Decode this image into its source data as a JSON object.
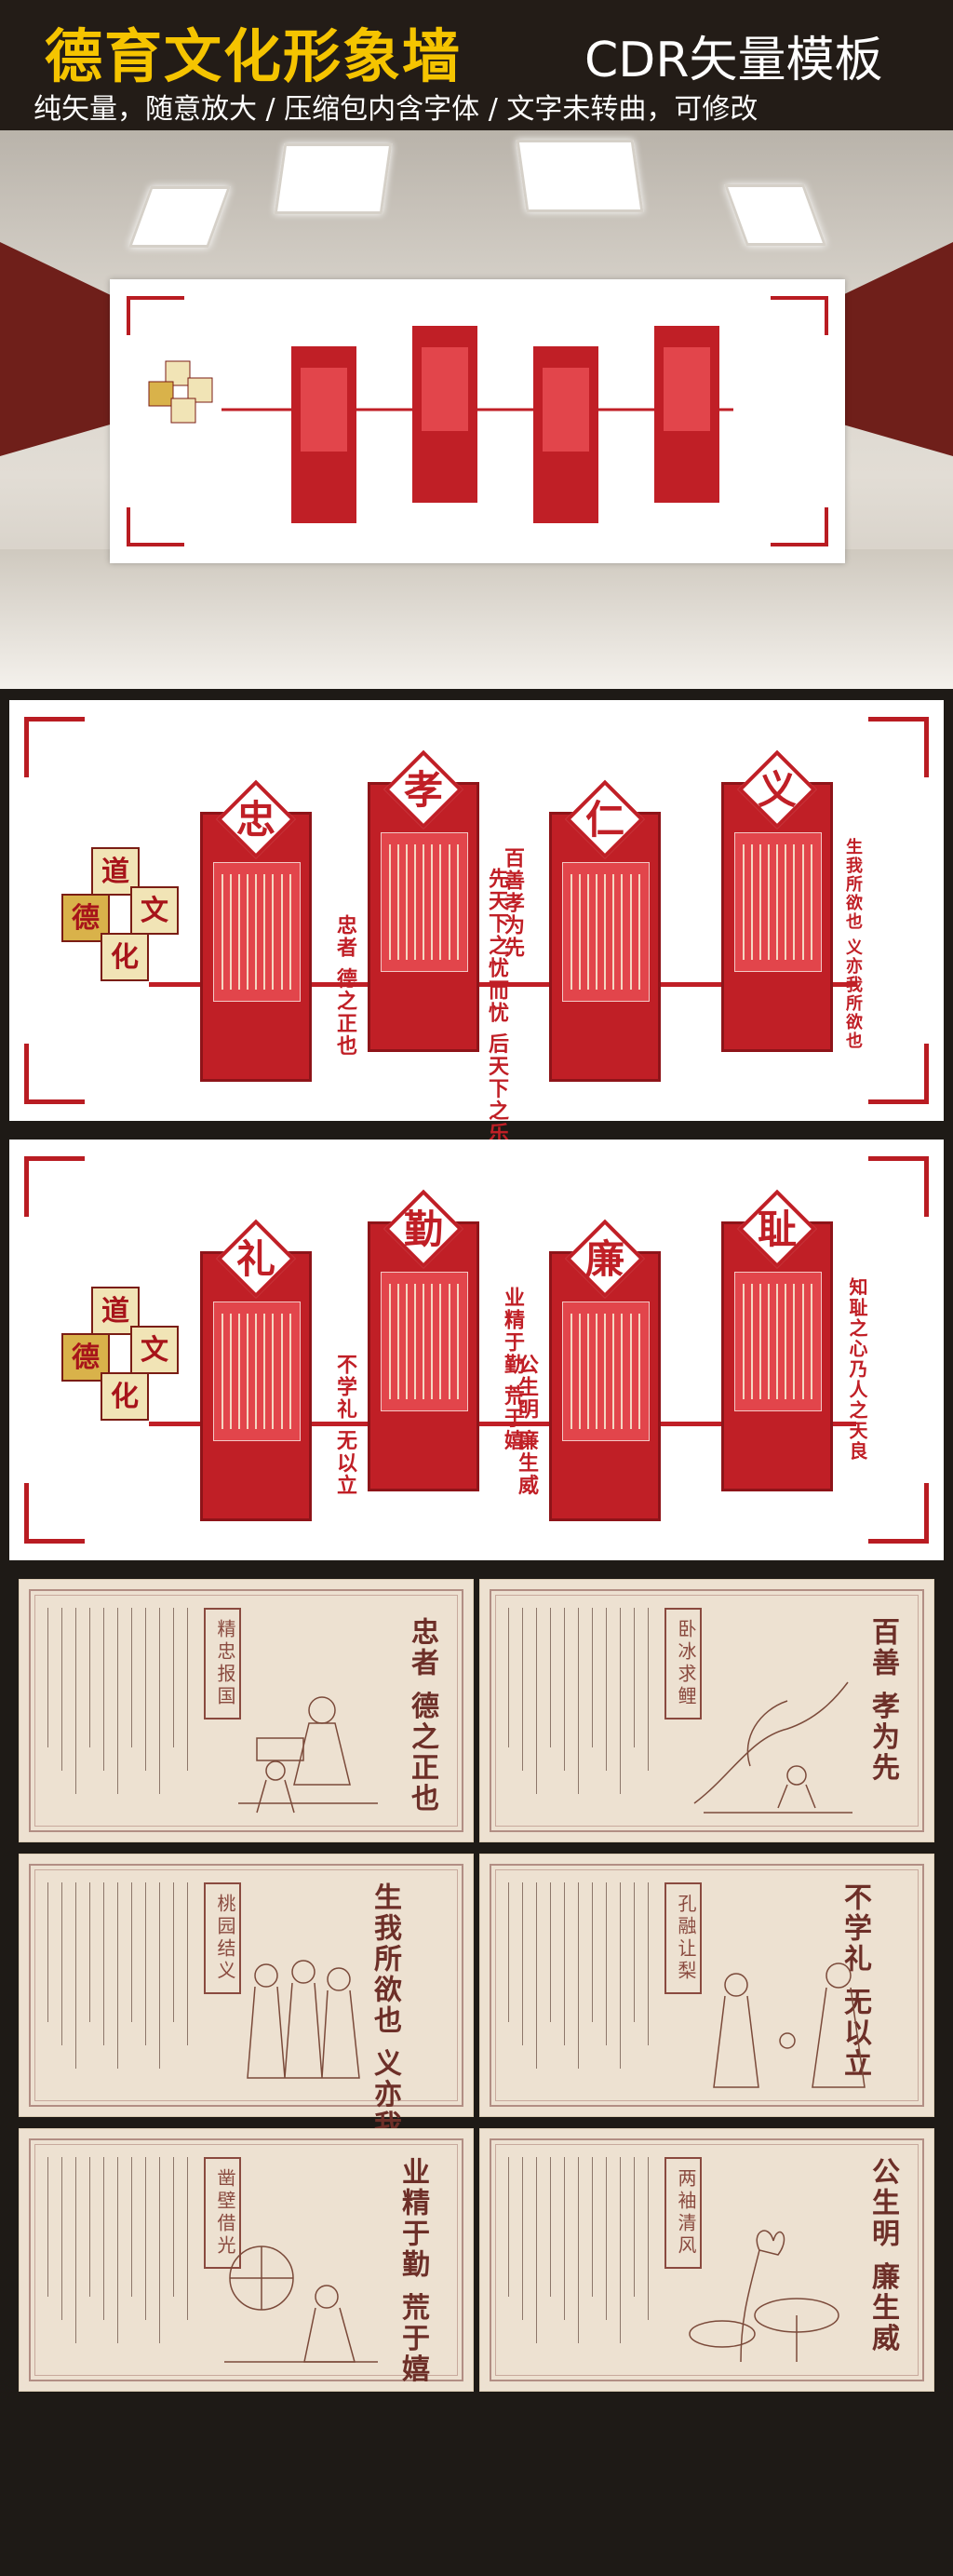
{
  "header": {
    "title": "德育文化形象墙",
    "format_label": "CDR矢量模板",
    "subtitle": "纯矢量，随意放大 / 压缩包内含字体 / 文字未转曲，可修改"
  },
  "logo": {
    "chars": [
      "道",
      "文",
      "德",
      "化"
    ]
  },
  "panels_row1": [
    {
      "char": "忠",
      "motto": "忠者 德之正也"
    },
    {
      "char": "孝",
      "motto": "百善孝为先"
    },
    {
      "char": "仁",
      "motto": "先天下之忧而忧 后天下之乐而乐"
    },
    {
      "char": "义",
      "motto": "生我所欲也 义亦我所欲也"
    }
  ],
  "panels_row2": [
    {
      "char": "礼",
      "motto": "不学礼 无以立"
    },
    {
      "char": "勤",
      "motto": "业精于勤 荒于嬉"
    },
    {
      "char": "廉",
      "motto": "公生明 廉生威"
    },
    {
      "char": "耻",
      "motto": "知耻之心乃人之天良"
    }
  ],
  "cards": [
    {
      "title": "精忠报国",
      "motto": "忠者 德之正也"
    },
    {
      "title": "卧冰求鲤",
      "motto": "百善 孝为先"
    },
    {
      "title": "桃园结义",
      "motto": "生我所欲也 义亦我所欲也"
    },
    {
      "title": "孔融让梨",
      "motto": "不学礼 无以立"
    },
    {
      "title": "凿壁借光",
      "motto": "业精于勤 荒于嬉"
    },
    {
      "title": "两袖清风",
      "motto": "公生明 廉生威"
    }
  ],
  "colors": {
    "accent_red": "#c01f26",
    "title_yellow": "#f5c400",
    "card_bg": "#ede1d1"
  }
}
